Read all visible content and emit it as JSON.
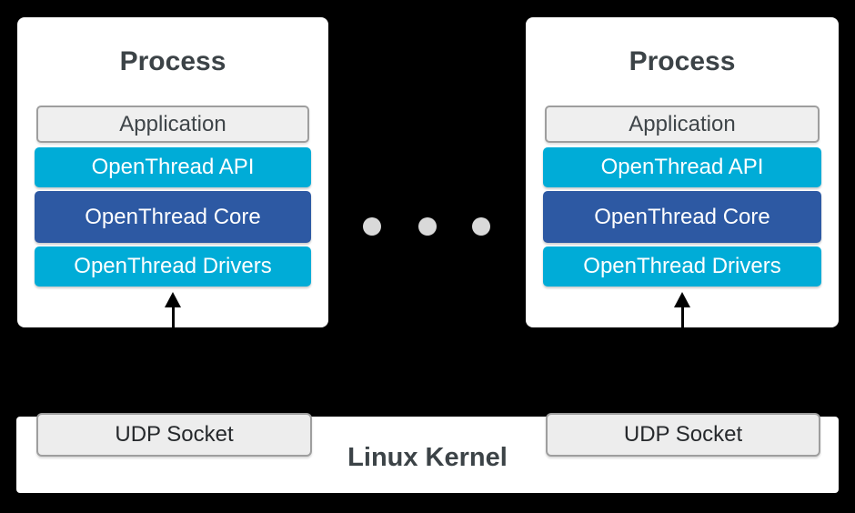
{
  "colors": {
    "background": "#000000",
    "card": "#ffffff",
    "cyan": "#00acd7",
    "blue": "#2d59a3",
    "gray_fill": "#efefef",
    "gray_border": "#9e9e9e",
    "dot": "#d9d9d9",
    "dark_text": "#3c4347",
    "white_text": "#ffffff"
  },
  "processes": [
    {
      "title": "Process",
      "layers": [
        {
          "label": "Application",
          "style": "gray"
        },
        {
          "label": "OpenThread API",
          "style": "cyan"
        },
        {
          "label": "OpenThread Core",
          "style": "blue"
        },
        {
          "label": "OpenThread Drivers",
          "style": "cyan"
        }
      ]
    },
    {
      "title": "Process",
      "layers": [
        {
          "label": "Application",
          "style": "gray"
        },
        {
          "label": "OpenThread API",
          "style": "cyan"
        },
        {
          "label": "OpenThread Core",
          "style": "blue"
        },
        {
          "label": "OpenThread Drivers",
          "style": "cyan"
        }
      ]
    }
  ],
  "ellipsis": {
    "dot_count": 3
  },
  "kernel": {
    "label": "Linux Kernel",
    "sockets": [
      {
        "label": "UDP Socket"
      },
      {
        "label": "UDP Socket"
      }
    ]
  }
}
